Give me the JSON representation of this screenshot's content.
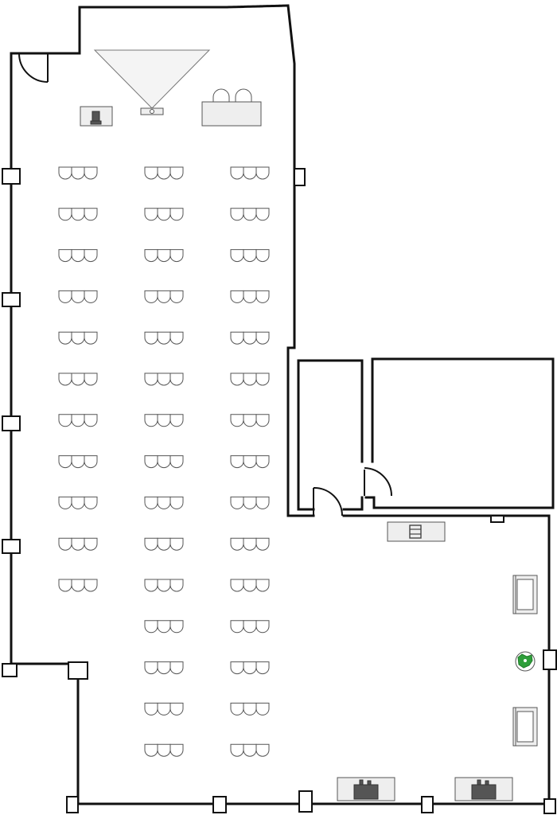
{
  "colors": {
    "wall": "#111111",
    "furniture_fill": "#eeeeee",
    "furniture_stroke": "#555555",
    "plant": "#2e9e3a"
  },
  "icons": [
    "door-icon",
    "projector-icon",
    "lectern-icon",
    "headtable-icon",
    "chair-icon",
    "shelf-icon",
    "sofa-icon",
    "plant-icon",
    "buffet-icon"
  ],
  "seating": {
    "chairs_per_row": 3,
    "left_column_rows": 11,
    "middle_column_rows": 15,
    "right_column_rows": 15
  }
}
